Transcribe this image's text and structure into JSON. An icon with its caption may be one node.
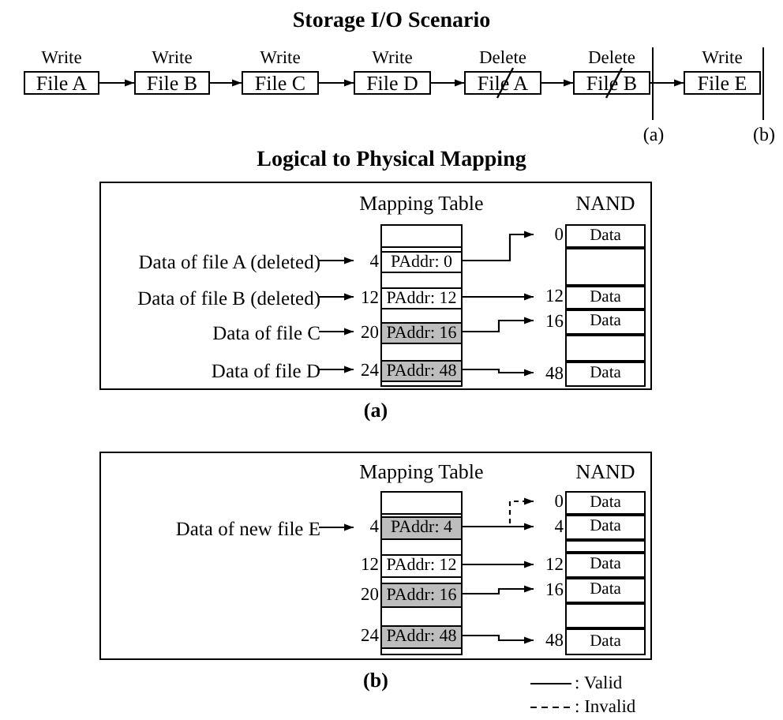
{
  "diagram": {
    "title": "Storage I/O Scenario",
    "nodes": [
      {
        "text": [
          "File A"
        ],
        "beside": [
          "Write"
        ]
      },
      {
        "text": [
          "File B"
        ],
        "beside": [
          "Write"
        ]
      },
      {
        "text": [
          "File C"
        ],
        "beside": [
          "Write"
        ]
      },
      {
        "text": [
          "File D"
        ],
        "beside": [
          "Write"
        ]
      },
      {
        "text": [
          "File A"
        ],
        "beside": [
          "Delete"
        ]
      },
      {
        "text": [
          "File B"
        ],
        "beside": [
          "Delete"
        ]
      },
      {
        "text": [
          "File E"
        ],
        "beside": [
          "Write"
        ]
      },
      {
        "text": [],
        "shape": "box",
        "beside": [
          "(a)"
        ]
      },
      {
        "text": [
          "Data of file A (deleted)"
        ],
        "in": 7
      },
      {
        "text": [
          "Data of file B (deleted)"
        ],
        "in": 7
      },
      {
        "text": [
          "Data of file C"
        ],
        "in": 7
      },
      {
        "text": [
          "Data of file D"
        ],
        "in": 7
      },
      {
        "text": [
          "Mapping Table"
        ],
        "in": 7
      },
      {
        "text": [],
        "shape": "box",
        "in": 12
      },
      {
        "text": [
          "PAddr: 0"
        ],
        "beside": [
          "4"
        ],
        "in": 12
      },
      {
        "text": [
          "PAddr: 12"
        ],
        "beside": [
          "12"
        ],
        "in": 12
      },
      {
        "text": [
          "PAddr: 16"
        ],
        "beside": [
          "20"
        ],
        "in": 12
      },
      {
        "text": [
          "PAddr: 48"
        ],
        "beside": [
          "24"
        ],
        "in": 12
      },
      {
        "text": [
          "NAND"
        ],
        "in": 7
      },
      {
        "text": [
          "Data"
        ],
        "beside": [
          "0"
        ],
        "in": 18
      },
      {
        "text": [],
        "shape": "box",
        "in": 18
      },
      {
        "text": [
          "Data"
        ],
        "beside": [
          "12"
        ],
        "in": 18
      },
      {
        "text": [
          "Data"
        ],
        "beside": [
          "16"
        ],
        "in": 18
      },
      {
        "text": [],
        "shape": "box",
        "in": 18
      },
      {
        "text": [
          "Data"
        ],
        "beside": [
          "48"
        ],
        "in": 18
      },
      {
        "text": [],
        "shape": "box",
        "beside": [
          "(b)"
        ]
      },
      {
        "text": [
          "Data of new file E"
        ],
        "in": 25
      },
      {
        "text": [
          "Mapping Table"
        ],
        "in": 25
      },
      {
        "text": [],
        "shape": "box",
        "in": 27
      },
      {
        "text": [
          "PAddr: 4"
        ],
        "beside": [
          "4"
        ],
        "in": 27
      },
      {
        "text": [
          "PAddr: 12"
        ],
        "beside": [
          "12"
        ],
        "in": 27
      },
      {
        "text": [
          "PAddr: 16"
        ],
        "beside": [
          "20"
        ],
        "in": 27
      },
      {
        "text": [
          "PAddr: 48"
        ],
        "beside": [
          "24"
        ],
        "in": 27
      },
      {
        "text": [
          "NAND"
        ],
        "in": 25
      },
      {
        "text": [
          "Data"
        ],
        "beside": [
          "0"
        ],
        "in": 33
      },
      {
        "text": [
          "Data"
        ],
        "beside": [
          "4"
        ],
        "in": 33
      },
      {
        "text": [],
        "shape": "box",
        "in": 33
      },
      {
        "text": [
          "Data"
        ],
        "beside": [
          "12"
        ],
        "in": 33
      },
      {
        "text": [
          "Data"
        ],
        "beside": [
          "16"
        ],
        "in": 33
      },
      {
        "text": [],
        "shape": "box",
        "in": 33
      },
      {
        "text": [
          "Data"
        ],
        "beside": [
          "48"
        ],
        "in": 33
      }
    ],
    "edges": [
      {
        "from": 0,
        "to": 1,
        "arrow": "to"
      },
      {
        "from": 1,
        "to": 2,
        "arrow": "to"
      },
      {
        "from": 2,
        "to": 3,
        "arrow": "to"
      },
      {
        "from": 3,
        "to": 4,
        "arrow": "to"
      },
      {
        "from": 4,
        "to": 5,
        "arrow": "to"
      },
      {
        "from": 5,
        "to": 6,
        "arrow": "to"
      },
      {
        "from": 8,
        "to": 14,
        "arrow": "to"
      },
      {
        "from": 9,
        "to": 15,
        "arrow": "to"
      },
      {
        "from": 10,
        "to": 16,
        "arrow": "to"
      },
      {
        "from": 11,
        "to": 17,
        "arrow": "to"
      },
      {
        "from": 14,
        "to": 19,
        "arrow": "to"
      },
      {
        "from": 15,
        "to": 21,
        "arrow": "to"
      },
      {
        "from": 16,
        "to": 22,
        "arrow": "to"
      },
      {
        "from": 17,
        "to": 24,
        "arrow": "to"
      },
      {
        "from": 26,
        "to": 29,
        "arrow": "to"
      },
      {
        "from": 29,
        "to": 34,
        "arrow": "to",
        "style": "dashed"
      },
      {
        "from": 29,
        "to": 35,
        "arrow": "to"
      },
      {
        "from": 30,
        "to": 37,
        "arrow": "to"
      },
      {
        "from": 31,
        "to": 38,
        "arrow": "to"
      },
      {
        "from": 32,
        "to": 40,
        "arrow": "to"
      }
    ],
    "labels": [
      "(a)",
      "(b)",
      "Logical to Physical Mapping"
    ],
    "legend": [
      {
        "text": ": Valid"
      },
      {
        "text": ": Invalid"
      }
    ]
  }
}
